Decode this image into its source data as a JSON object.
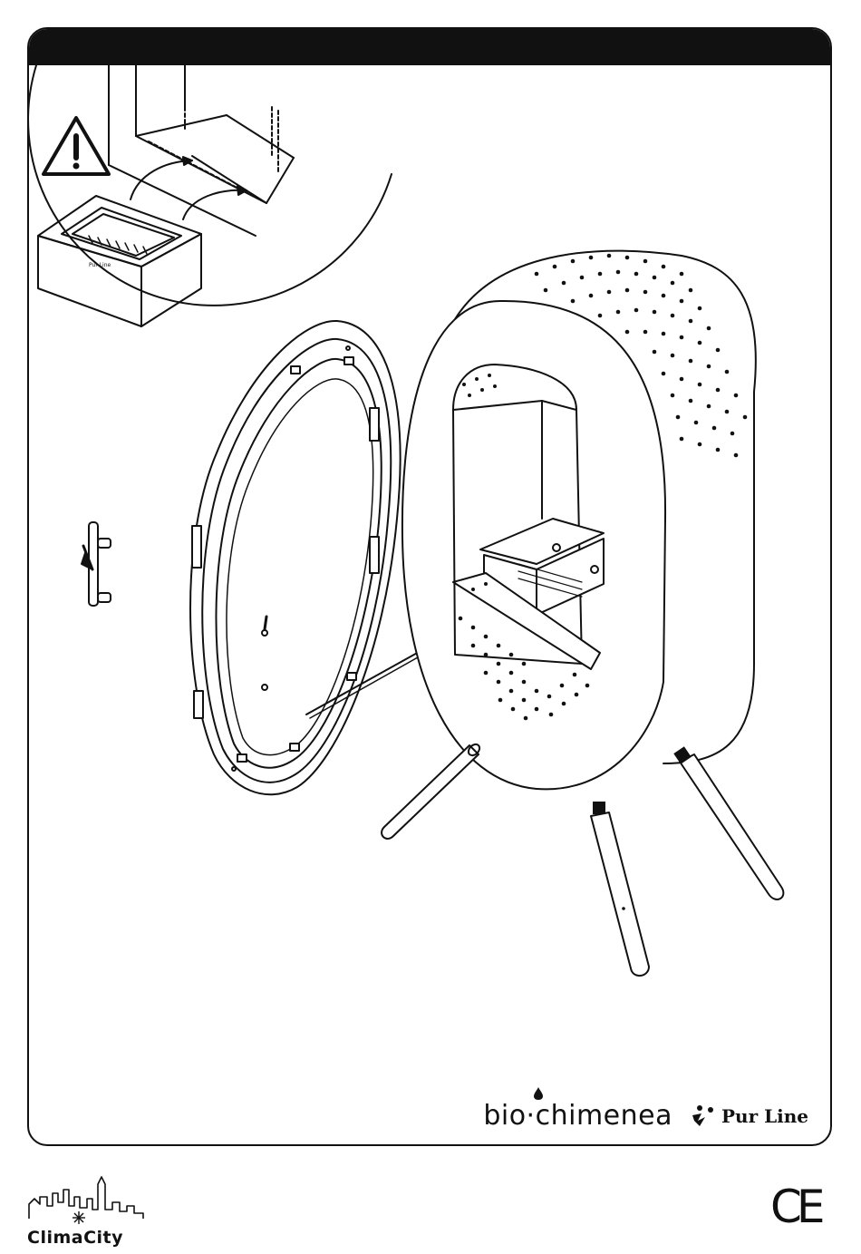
{
  "branding": {
    "biochimenea": "bio·chimenea",
    "purline": "Pur Line",
    "climacity": "ClimaCity",
    "ce_mark": "CE"
  },
  "icons": {
    "warning": "warning-triangle-icon",
    "drop": "flame-drop-icon",
    "snowflake": "snowflake-icon",
    "skyline": "city-skyline-icon"
  },
  "colors": {
    "ink": "#111111",
    "paper": "#ffffff"
  }
}
